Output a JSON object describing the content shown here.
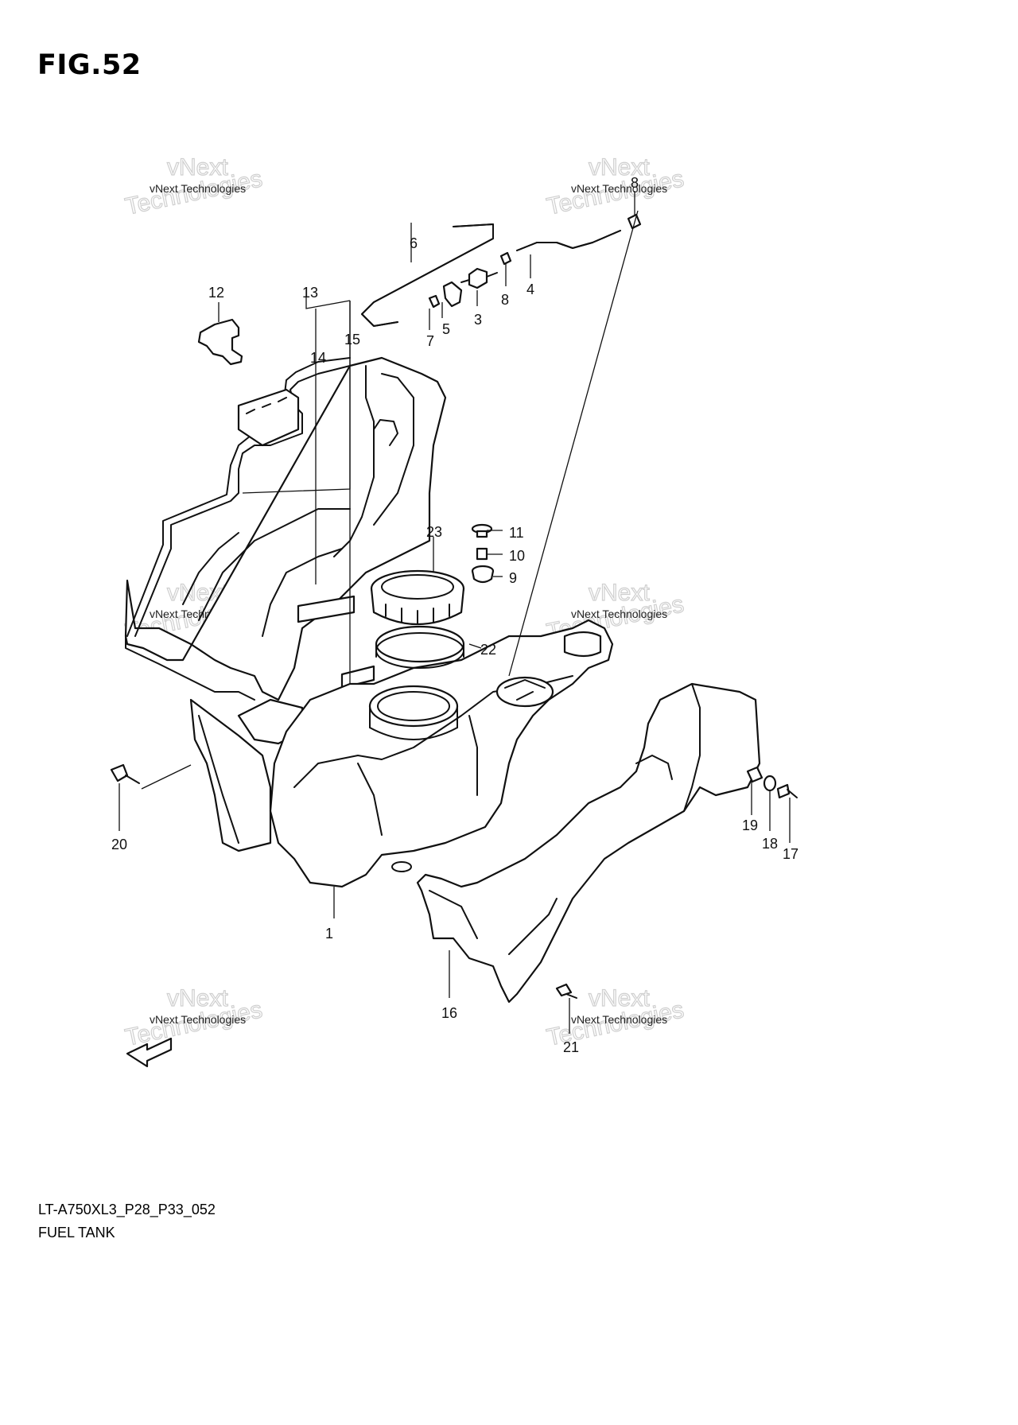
{
  "figure": {
    "title": "FIG.52"
  },
  "callouts": [
    {
      "id": "c1",
      "label": "1"
    },
    {
      "id": "c3",
      "label": "3"
    },
    {
      "id": "c4",
      "label": "4"
    },
    {
      "id": "c5",
      "label": "5"
    },
    {
      "id": "c6",
      "label": "6"
    },
    {
      "id": "c7",
      "label": "7"
    },
    {
      "id": "c8a",
      "label": "8"
    },
    {
      "id": "c8b",
      "label": "8"
    },
    {
      "id": "c9",
      "label": "9"
    },
    {
      "id": "c10",
      "label": "10"
    },
    {
      "id": "c11",
      "label": "11"
    },
    {
      "id": "c12",
      "label": "12"
    },
    {
      "id": "c13",
      "label": "13"
    },
    {
      "id": "c14",
      "label": "14"
    },
    {
      "id": "c15",
      "label": "15"
    },
    {
      "id": "c16",
      "label": "16"
    },
    {
      "id": "c17",
      "label": "17"
    },
    {
      "id": "c18",
      "label": "18"
    },
    {
      "id": "c19",
      "label": "19"
    },
    {
      "id": "c20",
      "label": "20"
    },
    {
      "id": "c21",
      "label": "21"
    },
    {
      "id": "c22",
      "label": "22"
    },
    {
      "id": "c23",
      "label": "23"
    }
  ],
  "watermark": {
    "line_small": "vNext Technologies",
    "line_big": "Technologies",
    "line_top": "vNext"
  },
  "footer": {
    "code": "LT-A750XL3_P28_P33_052",
    "description": "FUEL TANK"
  }
}
